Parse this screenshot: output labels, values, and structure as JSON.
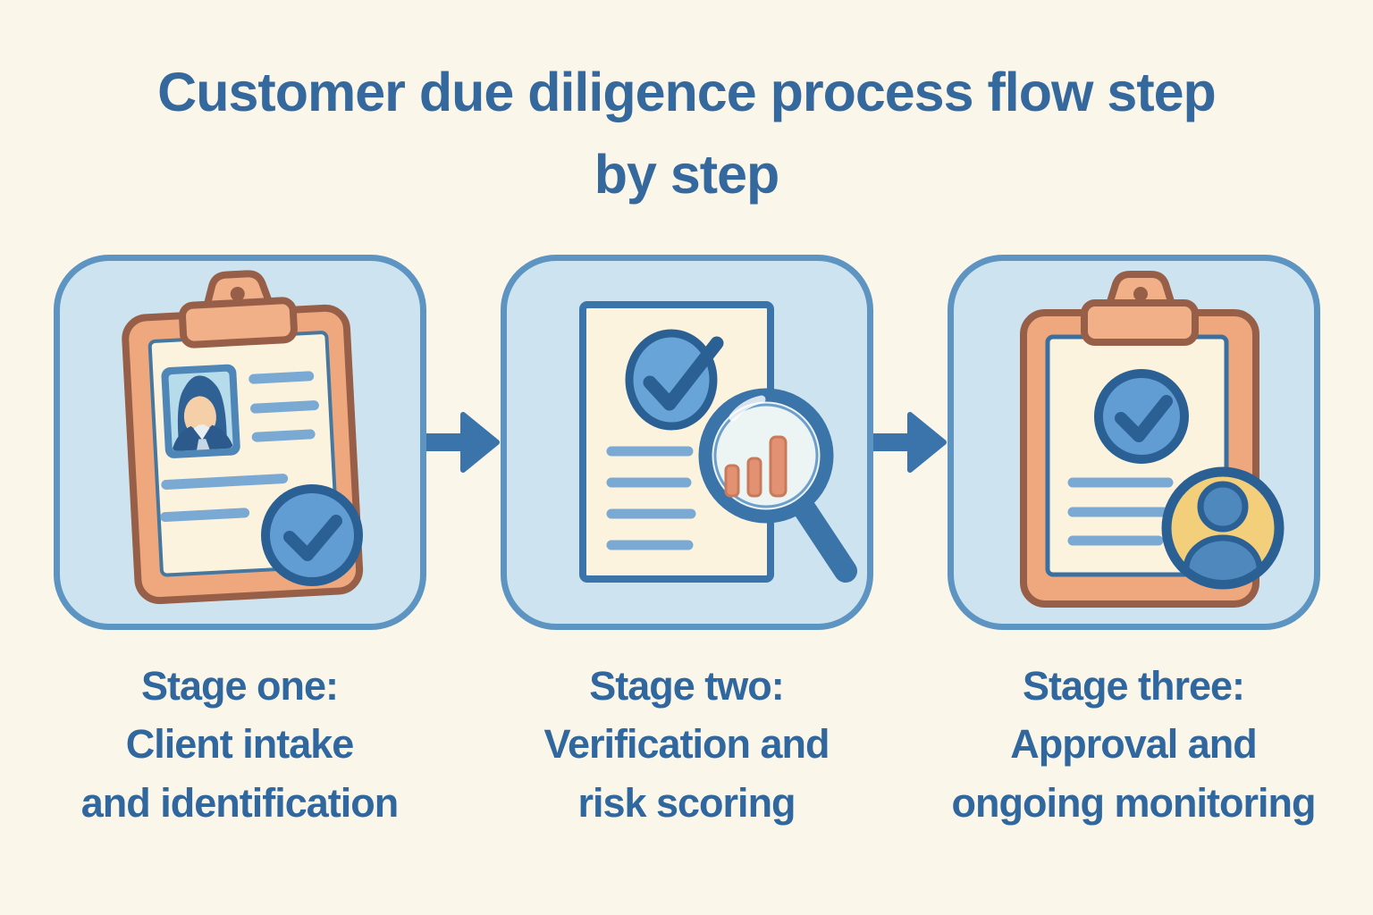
{
  "title": {
    "line1": "Customer due diligence process flow step",
    "line2": "by step"
  },
  "stages": [
    {
      "name": "Stage one",
      "icon": "clipboard-id-check-icon",
      "caption_lines": [
        "Stage one:",
        "Client intake",
        "and identification"
      ]
    },
    {
      "name": "Stage two",
      "icon": "document-magnifier-check-icon",
      "caption_lines": [
        "Stage two:",
        "Verification and",
        "risk scoring"
      ]
    },
    {
      "name": "Stage three",
      "icon": "clipboard-check-person-icon",
      "caption_lines": [
        "Stage three:",
        "Approval and",
        "ongoing monitoring"
      ]
    }
  ],
  "connectors": [
    {
      "icon": "arrow-right-icon"
    },
    {
      "icon": "arrow-right-icon"
    }
  ],
  "colors": {
    "background": "#fbf6ea",
    "box_fill": "#cde4f0",
    "box_border": "#5d94c1",
    "title_text": "#35699e",
    "caption_text": "#2f679e",
    "arrow": "#3a74ab",
    "clipboard": "#efa87e",
    "clipboard_clip": "#f2b089",
    "clipboard_outline": "#985f48",
    "paper": "#fcf3de",
    "check_fill": "#619dd2",
    "check_outline": "#2b6094",
    "list_line": "#7aa9d4",
    "bar_orange": "#e29272",
    "badge_yellow": "#f3cf7c",
    "person_blue": "#4e88bd",
    "photo_frame": "#4e86b8",
    "photo_bg": "#b6dcec"
  }
}
